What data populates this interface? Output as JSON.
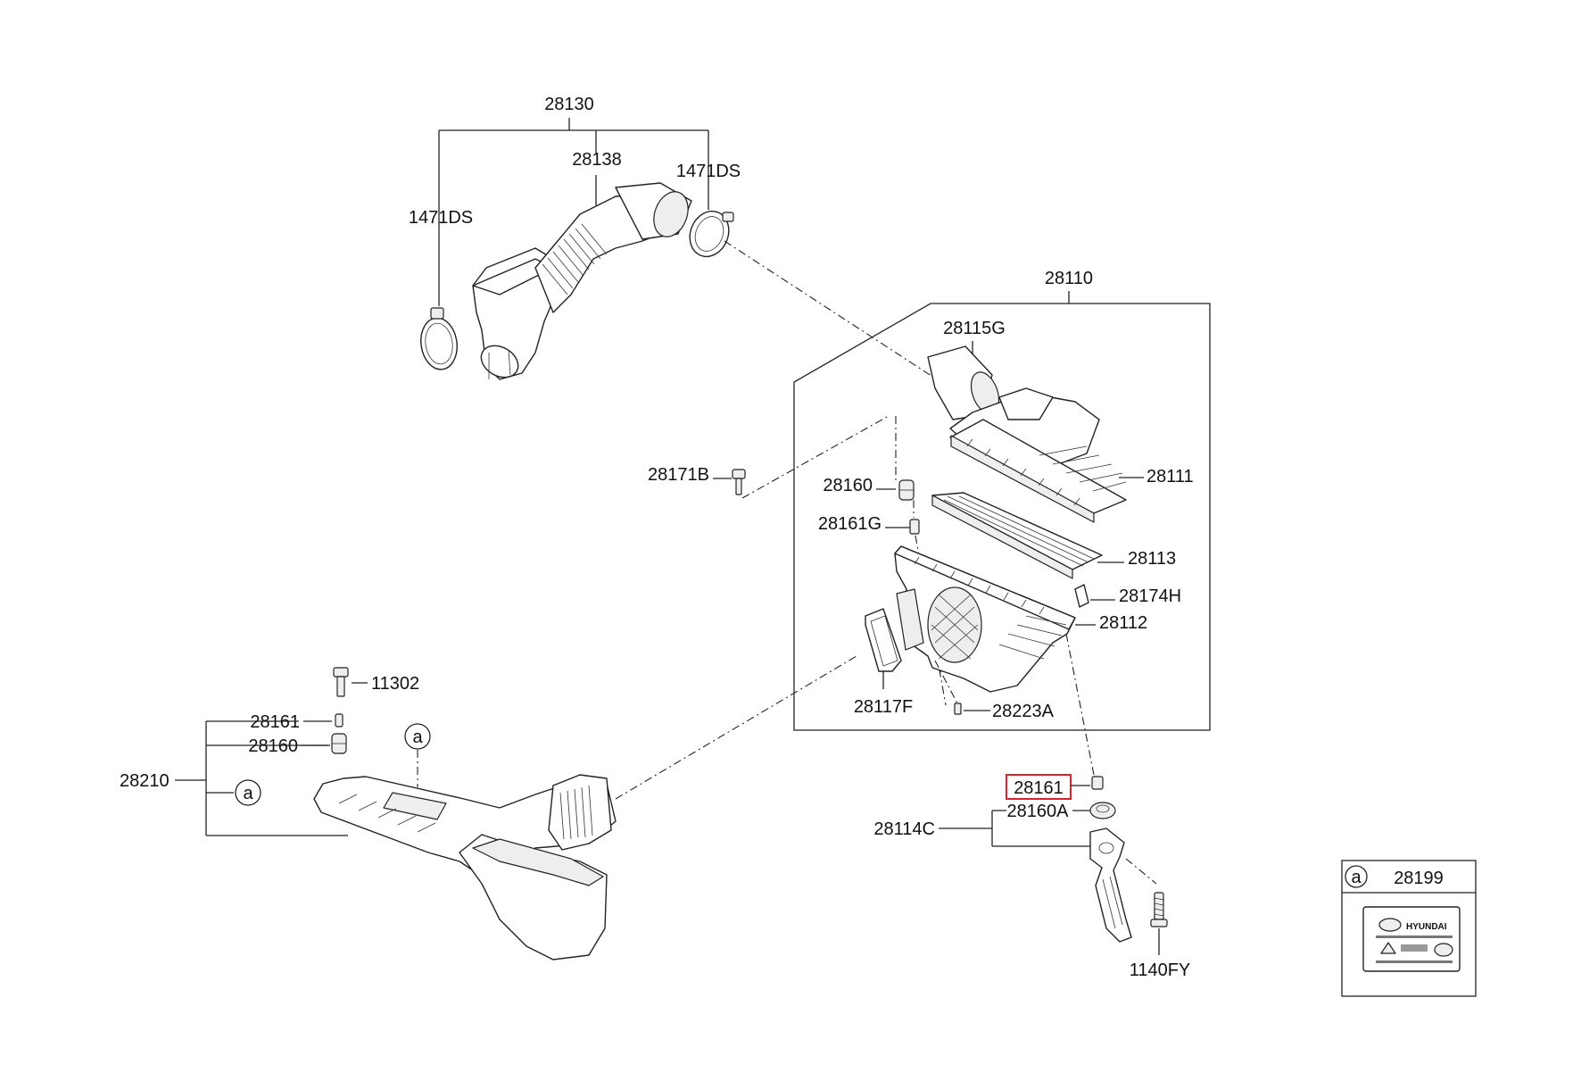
{
  "diagram": {
    "brand_logo_text": "HYUNDAI",
    "labels": {
      "p28130": "28130",
      "p28138": "28138",
      "p1471ds_left": "1471DS",
      "p1471ds_right": "1471DS",
      "p28110": "28110",
      "p28115g": "28115G",
      "p28111": "28111",
      "p28171b": "28171B",
      "p28160_upper": "28160",
      "p28161g": "28161G",
      "p28113": "28113",
      "p28174h": "28174H",
      "p28112": "28112",
      "p28117f": "28117F",
      "p28223a": "28223A",
      "p11302": "11302",
      "p28161_left": "28161",
      "p28160_left": "28160",
      "p28210": "28210",
      "ref_a_left": "a",
      "ref_a_top": "a",
      "p28161_highlighted": "28161",
      "p28160a": "28160A",
      "p28114c": "28114C",
      "p1140fy": "1140FY",
      "legend_ref": "a",
      "p28199": "28199"
    },
    "highlight_color": "#e0202a"
  }
}
